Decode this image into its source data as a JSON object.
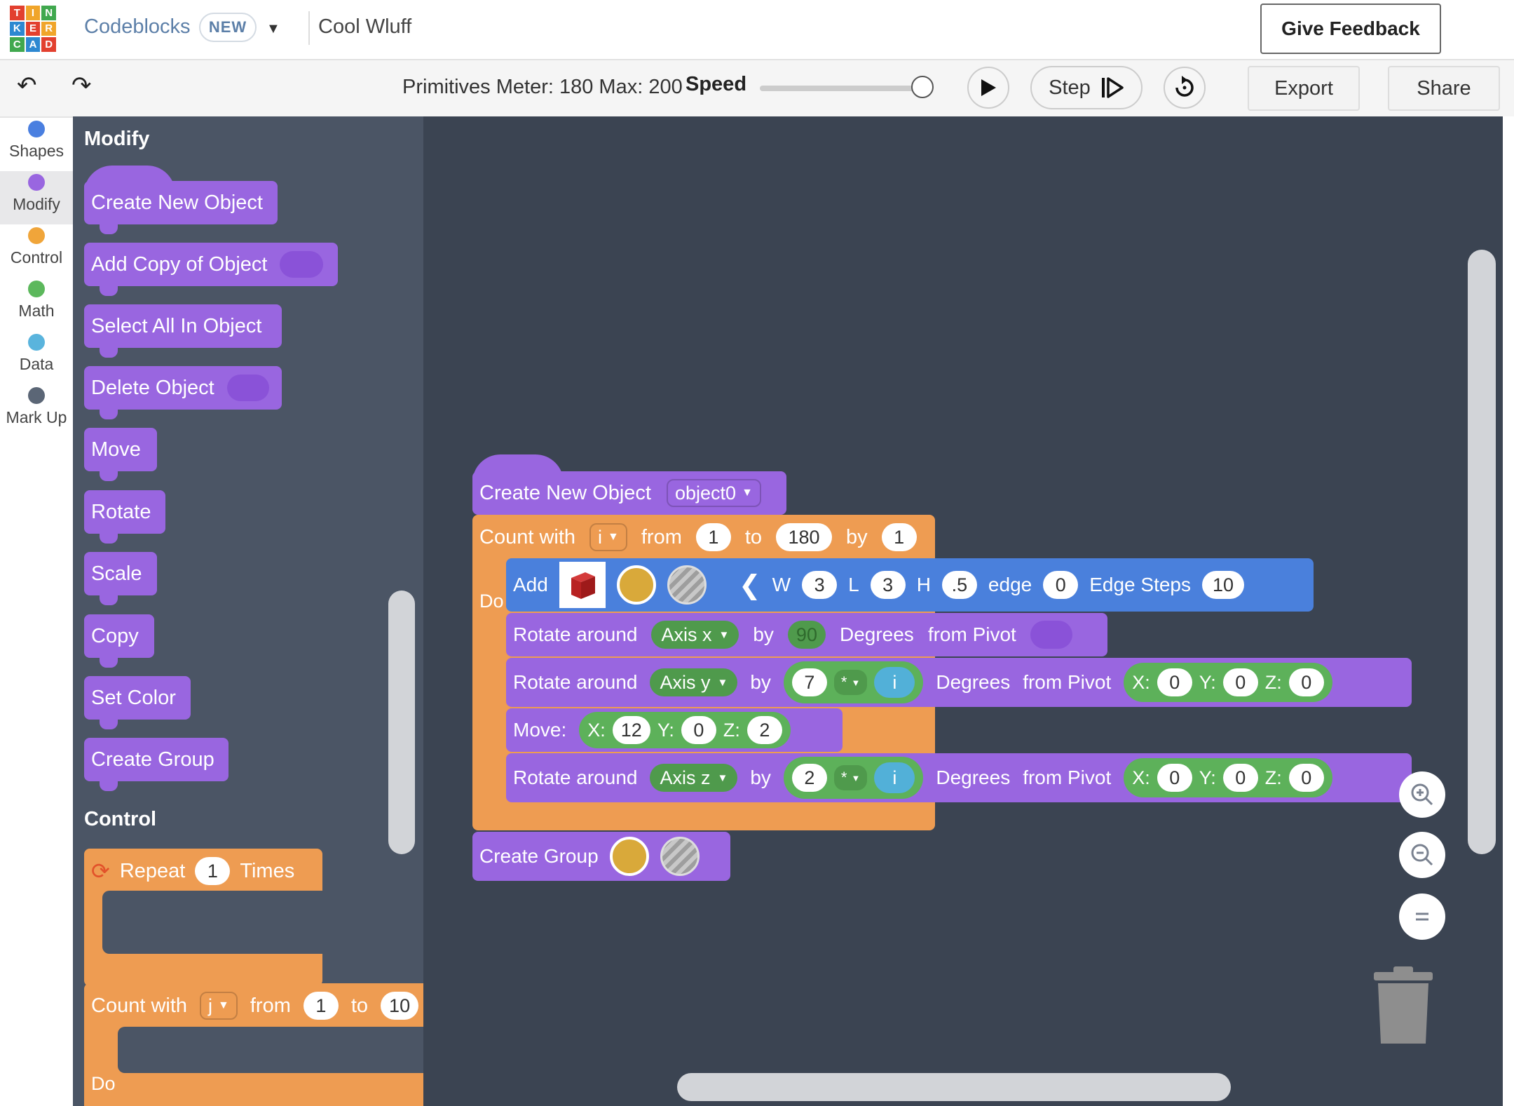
{
  "header": {
    "logo_letters": [
      "T",
      "I",
      "N",
      "K",
      "E",
      "R",
      "C",
      "A",
      "D"
    ],
    "logo_colors": [
      "#e2402f",
      "#f0a52a",
      "#40a84e",
      "#2d88d1",
      "#e2402f",
      "#f0a52a",
      "#40a84e",
      "#2d88d1",
      "#e2402f"
    ],
    "app_name": "Codeblocks",
    "new_badge": "NEW",
    "project_name": "Cool Wluff",
    "feedback_label": "Give Feedback"
  },
  "toolbar": {
    "undo_glyph": "↶",
    "redo_glyph": "↷",
    "meter_text": "Primitives Meter: 180 Max: 200",
    "speed_label": "Speed",
    "speed_value": 0.95,
    "step_label": "Step",
    "export_label": "Export",
    "share_label": "Share"
  },
  "categories": [
    {
      "label": "Shapes",
      "color": "#4a7fe0"
    },
    {
      "label": "Modify",
      "color": "#9966e0"
    },
    {
      "label": "Control",
      "color": "#f0a53a"
    },
    {
      "label": "Math",
      "color": "#5cb85c"
    },
    {
      "label": "Data",
      "color": "#5ab4dd"
    },
    {
      "label": "Mark Up",
      "color": "#5b6676"
    }
  ],
  "flyout": {
    "modify_heading": "Modify",
    "modify_blocks": [
      "Create New Object",
      "Add Copy of Object",
      "Select All In Object",
      "Delete Object",
      "Move",
      "Rotate",
      "Scale",
      "Copy",
      "Set Color",
      "Create Group"
    ],
    "control_heading": "Control",
    "repeat": {
      "label": "Repeat",
      "count": "1",
      "suffix": "Times"
    },
    "count": {
      "label": "Count with",
      "var": "j",
      "from": "from",
      "from_val": "1",
      "to": "to",
      "to_val": "10",
      "do": "Do"
    }
  },
  "canvas": {
    "create": {
      "label": "Create New Object",
      "object": "object0"
    },
    "loop": {
      "label": "Count with",
      "var": "i",
      "from": "from",
      "from_val": "1",
      "to": "to",
      "to_val": "180",
      "by": "by",
      "by_val": "1",
      "do": "Do"
    },
    "add": {
      "label": "Add",
      "w": "W",
      "w_val": "3",
      "l": "L",
      "l_val": "3",
      "h": "H",
      "h_val": ".5",
      "edge": "edge",
      "edge_val": "0",
      "steps": "Edge Steps",
      "steps_val": "10"
    },
    "rot1": {
      "label": "Rotate around",
      "axis": "Axis x",
      "by": "by",
      "val": "90",
      "deg": "Degrees",
      "pivot": "from Pivot"
    },
    "rot2": {
      "label": "Rotate around",
      "axis": "Axis y",
      "by": "by",
      "val": "7",
      "op": "*",
      "var": "i",
      "deg": "Degrees",
      "pivot": "from Pivot",
      "x": "X:",
      "xv": "0",
      "y": "Y:",
      "yv": "0",
      "z": "Z:",
      "zv": "0"
    },
    "move": {
      "label": "Move:",
      "x": "X:",
      "xv": "12",
      "y": "Y:",
      "yv": "0",
      "z": "Z:",
      "zv": "2"
    },
    "rot3": {
      "label": "Rotate around",
      "axis": "Axis z",
      "by": "by",
      "val": "2",
      "op": "*",
      "var": "i",
      "deg": "Degrees",
      "pivot": "from Pivot",
      "x": "X:",
      "xv": "0",
      "y": "Y:",
      "yv": "0",
      "z": "Z:",
      "zv": "0"
    },
    "group": {
      "label": "Create Group"
    }
  },
  "colors": {
    "purple": "#9966e0",
    "orange": "#ee9c52",
    "canvas": "#3b4452",
    "flyout": "#4b5565"
  }
}
